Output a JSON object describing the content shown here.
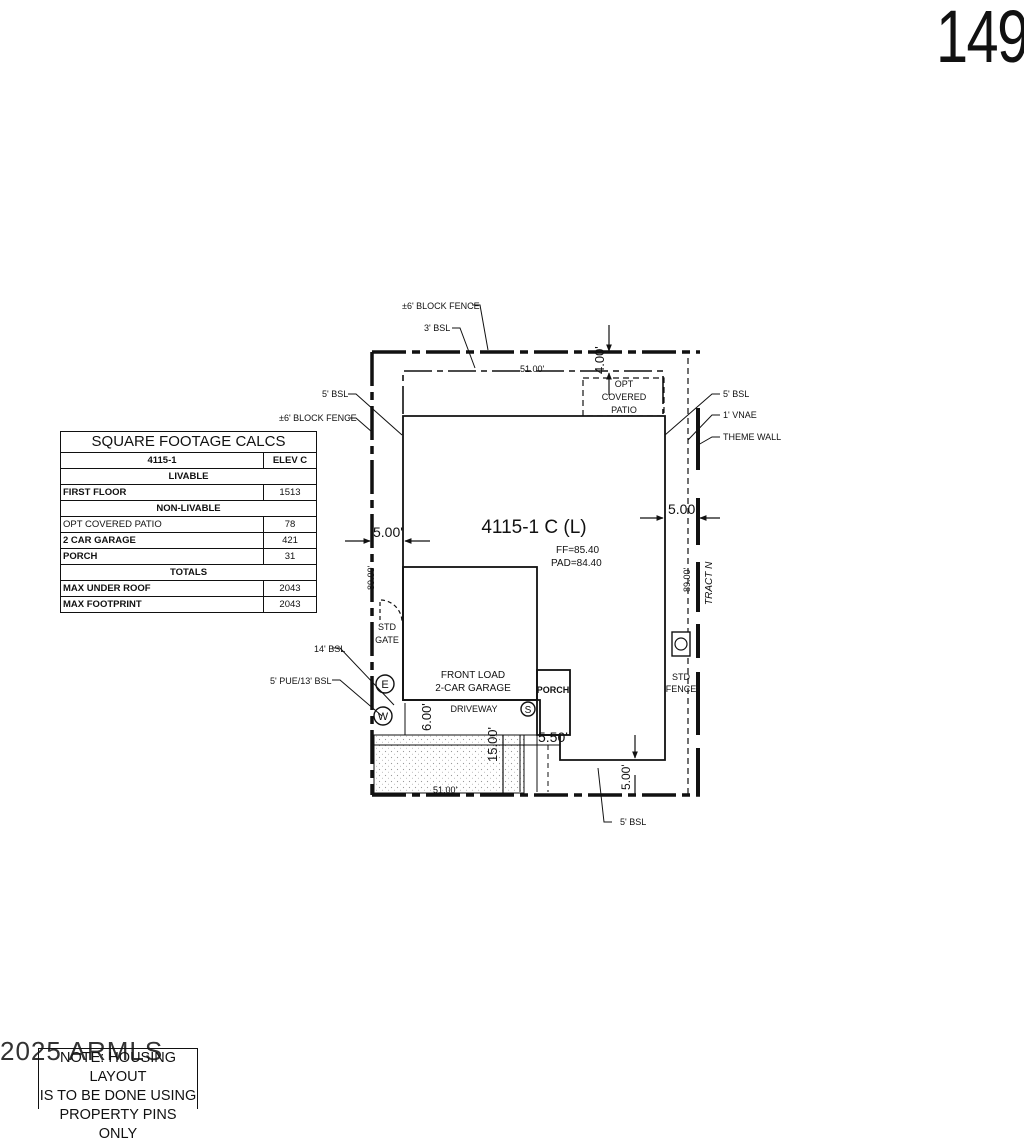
{
  "page": {
    "lot_number": "149"
  },
  "sq_ft_table": {
    "title": "SQUARE FOOTAGE CALCS",
    "plan": "4115-1",
    "elevation": "ELEV C",
    "sections": {
      "livable": "LIVABLE",
      "non_livable": "NON-LIVABLE",
      "totals": "TOTALS"
    },
    "rows": {
      "first_floor": {
        "label": "FIRST FLOOR",
        "value": "1513"
      },
      "opt_covered_patio": {
        "label": "OPT COVERED PATIO",
        "value": "78"
      },
      "garage": {
        "label": "2 CAR GARAGE",
        "value": "421"
      },
      "porch": {
        "label": "PORCH",
        "value": "31"
      },
      "max_under_roof": {
        "label": "MAX UNDER ROOF",
        "value": "2043"
      },
      "max_footprint": {
        "label": "MAX FOOTPRINT",
        "value": "2043"
      }
    }
  },
  "plan": {
    "house_label": "4115-1 C (L)",
    "ff": "FF=85.40",
    "pad": "PAD=84.40",
    "patio_label": [
      "OPT",
      "COVERED",
      "PATIO"
    ],
    "garage_label": [
      "FRONT LOAD",
      "2-CAR GARAGE"
    ],
    "porch_label": "PORCH",
    "driveway_label": "DRIVEWAY",
    "std_gate": [
      "STD",
      "GATE"
    ],
    "std_fence": [
      "STD",
      "FENCE"
    ],
    "tract": "TRACT N",
    "dims": {
      "top_width": "51.00'",
      "bottom_width": "51.00'",
      "left_depth": "89.00'",
      "right_depth": "89.00'",
      "rear_setback": "4.00'",
      "left_setback": "5.00'",
      "right_setback": "5.00'",
      "drive_setback": "6.00'",
      "garage_setback": "15.00'",
      "porch_setback": "5.50'",
      "bottom_setback": "5.00'"
    },
    "callouts": {
      "block_fence_top": "±6' BLOCK FENCE",
      "bsl_3": "3' BSL",
      "bsl_5_left": "5' BSL",
      "block_fence_left": "±6' BLOCK FENCE",
      "bsl_5_right": "5' BSL",
      "vnae": "1' VNAE",
      "theme_wall": "THEME WALL",
      "bsl_14": "14' BSL",
      "pue": "5' PUE/13' BSL",
      "bsl_5_bottom": "5' BSL"
    },
    "utilities": {
      "electric": "E",
      "water": "W",
      "sewer": "S"
    }
  },
  "note": {
    "watermark": "2025 ARMLS",
    "lines": [
      "NOTE: HOUSING LAYOUT",
      "IS TO BE DONE USING",
      "PROPERTY PINS ONLY"
    ]
  }
}
